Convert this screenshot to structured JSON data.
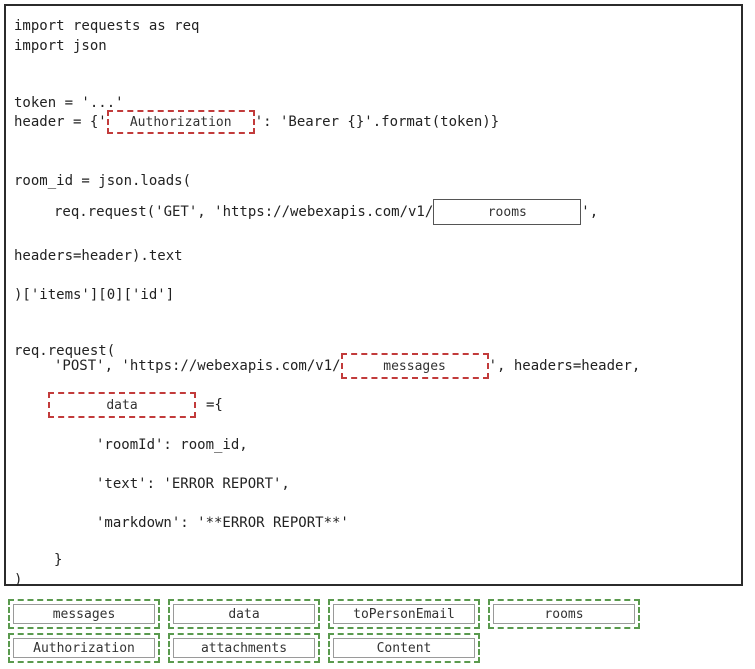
{
  "code": {
    "l1": "import requests as req",
    "l2": "import json",
    "l3": "token = '...'",
    "l4a": "header = {'",
    "l4b": "': 'Bearer {}'.format(token)}",
    "l5": "room_id = json.loads(",
    "l6a": "req.request('GET', 'https://webexapis.com/v1/",
    "l6b": "',",
    "l7": "headers=header).text",
    "l8": ")['items'][0]['id']",
    "l9": "req.request(",
    "l10a": "'POST', 'https://webexapis.com/v1/",
    "l10b": "', headers=header,",
    "l11b": "={",
    "l12": "'roomId': room_id,",
    "l13": "'text': 'ERROR REPORT',",
    "l14": "'markdown': '**ERROR REPORT**'",
    "l15": "}",
    "l16": ")"
  },
  "drop_targets": {
    "header_key": "Authorization",
    "get_endpoint": "rooms",
    "post_endpoint": "messages",
    "body_param": "data"
  },
  "options": [
    "messages",
    "data",
    "toPersonEmail",
    "rooms",
    "Authorization",
    "attachments",
    "Content"
  ],
  "colors": {
    "drop_border": "#c23b3b",
    "option_border": "#5a9a4e"
  }
}
